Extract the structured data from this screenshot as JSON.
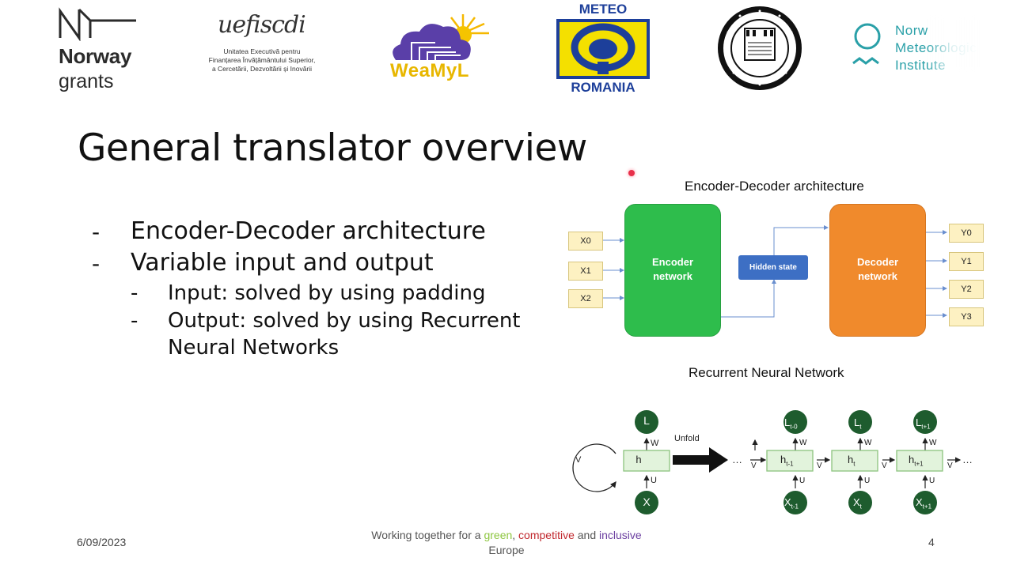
{
  "header": {
    "norway_grants": {
      "line1": "Norway",
      "line2": "grants"
    },
    "uefiscdi": {
      "title": "uefiscdi",
      "subtitle_lines": [
        "Unitatea Executivă pentru",
        "Finanțarea Învățământului Superior,",
        "a Cercetării, Dezvoltării și Inovării"
      ]
    },
    "weamyl": {
      "text": "WeaMyL"
    },
    "meteo_romania": {
      "top": "METEO",
      "bottom": "ROMANIA"
    },
    "university_seal": {
      "icon": "university-seal-icon"
    },
    "met_institute": {
      "lines": [
        "Norw",
        "Meteorologica",
        "Institute"
      ]
    }
  },
  "slide": {
    "title": "General translator overview",
    "bullets": [
      {
        "dash": "-",
        "text": "Encoder-Decoder architecture"
      },
      {
        "dash": "-",
        "text": "Variable input and output"
      }
    ],
    "sub_bullets": [
      {
        "dash": "-",
        "text": "Input: solved by using padding"
      },
      {
        "dash": "-",
        "text": "Output: solved by using Recurrent",
        "text2": "Neural Networks"
      }
    ]
  },
  "encoder_decoder": {
    "title": "Encoder-Decoder architecture",
    "inputs": [
      "X0",
      "X1",
      "X2"
    ],
    "encoder_label": [
      "Encoder",
      "network"
    ],
    "hidden_label": "Hidden state",
    "decoder_label": [
      "Decoder",
      "network"
    ],
    "outputs": [
      "Y0",
      "Y1",
      "Y2",
      "Y3"
    ],
    "colors": {
      "encoder": "#2ebd4c",
      "decoder": "#f08a2c",
      "hidden": "#3d6fc4",
      "io": "#fdf1c2"
    }
  },
  "rnn": {
    "title": "Recurrent Neural Network",
    "folded": {
      "loss": "L",
      "hidden": "h",
      "input": "X",
      "w": "W",
      "u": "U",
      "v": "V"
    },
    "unfold_label": "Unfold",
    "ellipsis": "…",
    "steps": [
      {
        "loss": "L",
        "loss_sub": "t-0",
        "hidden": "h",
        "hidden_sub": "t-1",
        "input": "X",
        "input_sub": "t-1"
      },
      {
        "loss": "L",
        "loss_sub": "t",
        "hidden": "h",
        "hidden_sub": "t",
        "input": "X",
        "input_sub": "t"
      },
      {
        "loss": "L",
        "loss_sub": "t+1",
        "hidden": "h",
        "hidden_sub": "t+1",
        "input": "X",
        "input_sub": "t+1"
      }
    ],
    "colors": {
      "node": "#1e5c2e",
      "cell": "#e2f3dc",
      "cell_border": "#8cc47e"
    }
  },
  "footer": {
    "date": "6/09/2023",
    "tagline_parts": [
      "Working together for a ",
      "green",
      ", ",
      "competitive",
      " and ",
      "inclusive"
    ],
    "tagline_line2": "Europe",
    "page_number": "4"
  }
}
